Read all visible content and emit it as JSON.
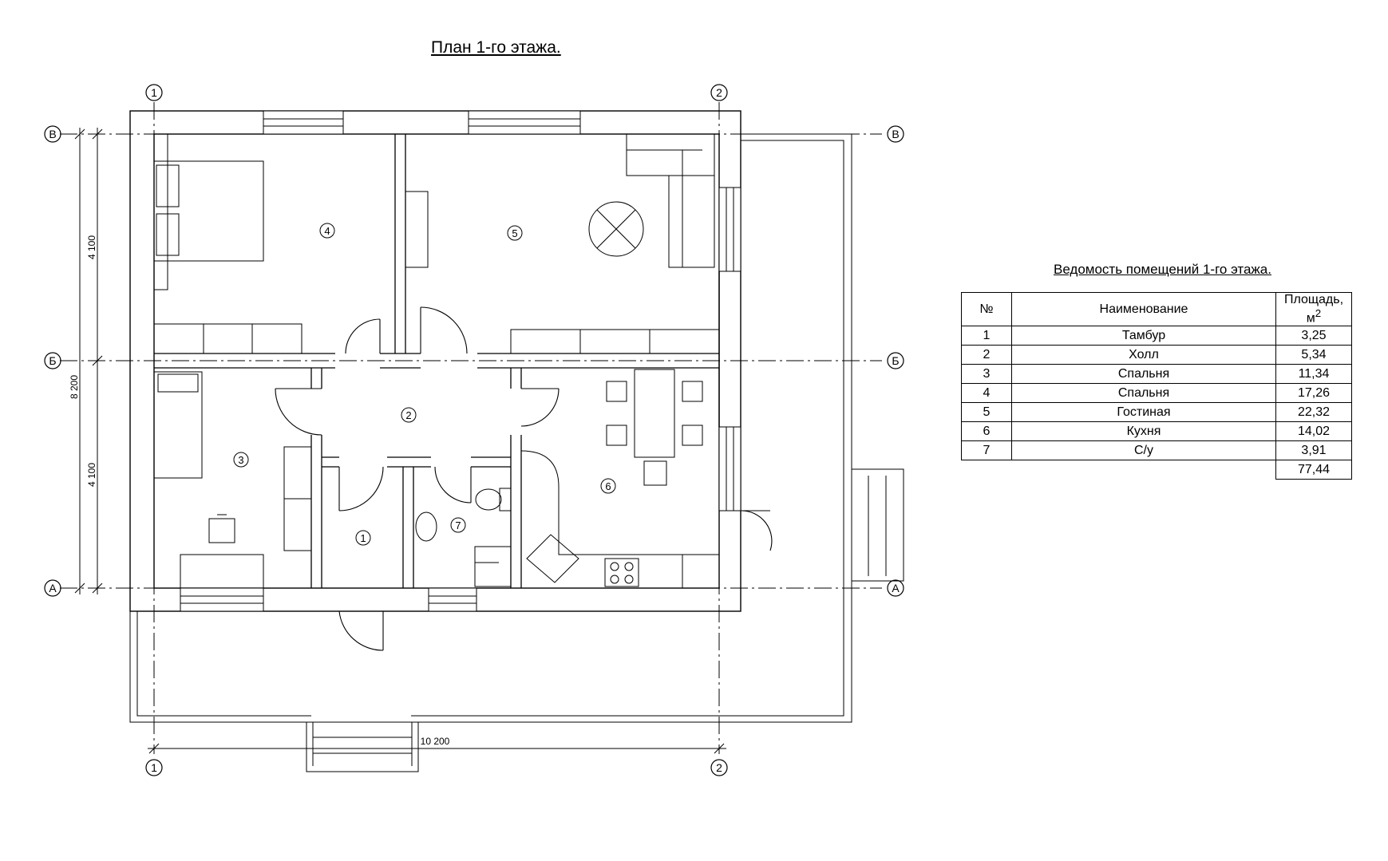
{
  "plan": {
    "title": "План 1-го этажа.",
    "axes_h": [
      "В",
      "Б",
      "А"
    ],
    "axes_v": [
      "1",
      "2"
    ],
    "dims": {
      "total_height": "8 200",
      "upper": "4 100",
      "lower": "4 100",
      "total_width": "10 200"
    },
    "room_numbers": [
      "1",
      "2",
      "3",
      "4",
      "5",
      "6",
      "7"
    ]
  },
  "schedule": {
    "title": "Ведомость помещений 1-го этажа.",
    "headers": {
      "num": "№",
      "name": "Наименование",
      "area": "Площадь, м",
      "area_sup": "2"
    },
    "rows": [
      {
        "num": "1",
        "name": "Тамбур",
        "area": "3,25"
      },
      {
        "num": "2",
        "name": "Холл",
        "area": "5,34"
      },
      {
        "num": "3",
        "name": "Спальня",
        "area": "11,34"
      },
      {
        "num": "4",
        "name": "Спальня",
        "area": "17,26"
      },
      {
        "num": "5",
        "name": "Гостиная",
        "area": "22,32"
      },
      {
        "num": "6",
        "name": "Кухня",
        "area": "14,02"
      },
      {
        "num": "7",
        "name": "С/у",
        "area": "3,91"
      }
    ],
    "total": "77,44"
  }
}
